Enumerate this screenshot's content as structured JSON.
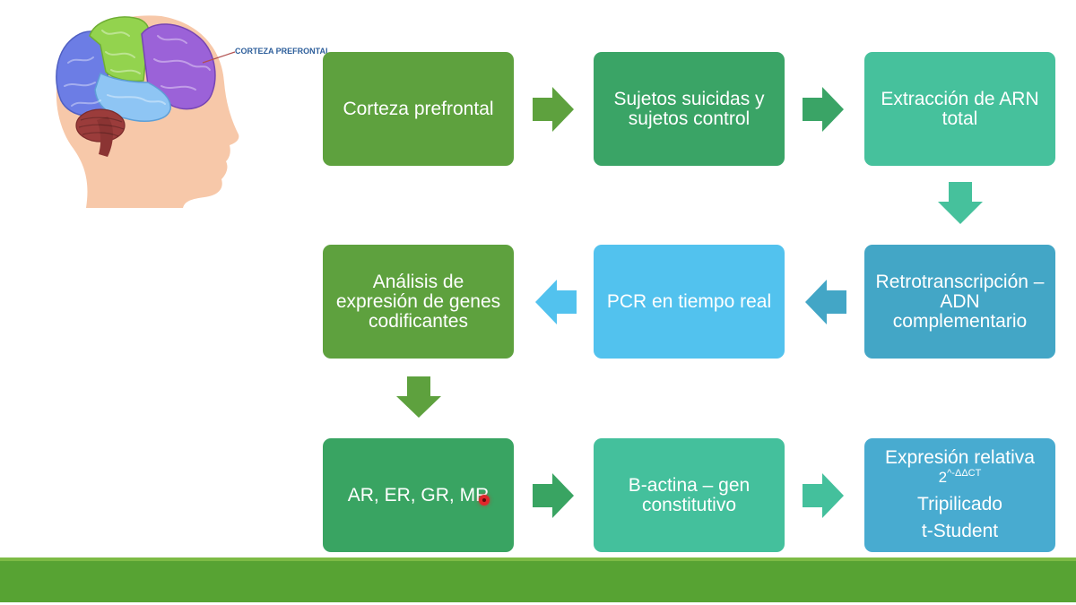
{
  "slide": {
    "figure": {
      "callout_label": "CORTEZA PREFRONTAL",
      "colors": {
        "head": "#f7c8a9",
        "occipital": "#6c7de5",
        "parietal": "#93d34e",
        "frontal": "#9b62d8",
        "temporal": "#8ec5f4",
        "cerebellum": "#9b3c3b",
        "brainstem": "#8b3433",
        "callout_line": "#b2504f",
        "callout_text": "#2e5f9b"
      }
    },
    "steps": [
      {
        "lines": [
          "Corteza prefrontal"
        ],
        "color": "#5ea13e"
      },
      {
        "lines": [
          "Sujetos suicidas y",
          "sujetos control"
        ],
        "color": "#3aa466"
      },
      {
        "lines": [
          "Extracción de ARN",
          "total"
        ],
        "color": "#46c19c"
      },
      {
        "lines": [
          "Retrotranscripción –",
          "ADN",
          "complementario"
        ],
        "color": "#43a6c6"
      },
      {
        "lines": [
          "PCR en tiempo real"
        ],
        "color": "#52c2ee"
      },
      {
        "lines": [
          "Análisis de",
          "expresión de genes",
          "codificantes"
        ],
        "color": "#5ea13e"
      },
      {
        "lines": [
          "AR, ER, GR, MR"
        ],
        "color": "#39a462"
      },
      {
        "lines": [
          "B-actina – gen",
          "constitutivo"
        ],
        "color": "#44c09c"
      },
      {
        "lines": [
          "Expresión relativa",
          "Tripilicado",
          "t-Student"
        ],
        "formula": {
          "base": "2",
          "exponent": "^-ΔΔCT"
        },
        "color": "#48abd0"
      }
    ],
    "arrows": [
      {
        "direction": "right",
        "color": "#5ea13e"
      },
      {
        "direction": "right",
        "color": "#3aa466"
      },
      {
        "direction": "down",
        "color": "#46c19c"
      },
      {
        "direction": "left",
        "color": "#43a6c6"
      },
      {
        "direction": "left",
        "color": "#52c2ee"
      },
      {
        "direction": "down",
        "color": "#5ea13e"
      },
      {
        "direction": "right",
        "color": "#39a462"
      },
      {
        "direction": "right",
        "color": "#44c09c"
      }
    ],
    "footer_bar": {
      "color": "#57a333",
      "highlight": "#7dbb45"
    },
    "pointer": {
      "color": "#e0262b"
    }
  }
}
